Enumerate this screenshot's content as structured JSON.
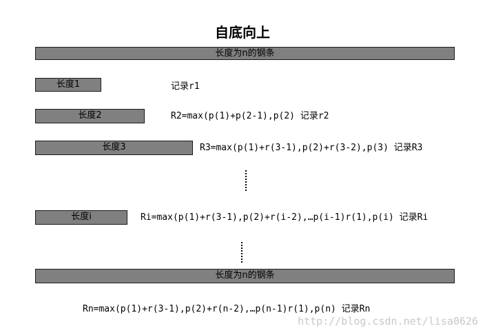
{
  "title": "自底向上",
  "rod_label": "长度为n的钢条",
  "rows": [
    {
      "bar_label": "长度1",
      "text": "记录r1"
    },
    {
      "bar_label": "长度2",
      "text": "R2=max(p(1)+p(2-1),p(2) 记录r2"
    },
    {
      "bar_label": "长度3",
      "text": "R3=max(p(1)+r(3-1),p(2)+r(3-2),p(3) 记录R3"
    },
    {
      "bar_label": "长度i",
      "text": "Ri=max(p(1)+r(3-1),p(2)+r(i-2),…p(i-1)r(1),p(i) 记录Ri"
    }
  ],
  "bottom_bar_label": "长度为n的钢条",
  "final_formula": "Rn=max(p(1)+r(3-1),p(2)+r(n-2),…p(n-1)r(1),p(n) 记录Rn",
  "watermark": "http://blog.csdn.net/lisa0626",
  "colors": {
    "bar_fill": "#808080",
    "bar_border": "#1a1a1a",
    "watermark": "#c8c8c8"
  }
}
